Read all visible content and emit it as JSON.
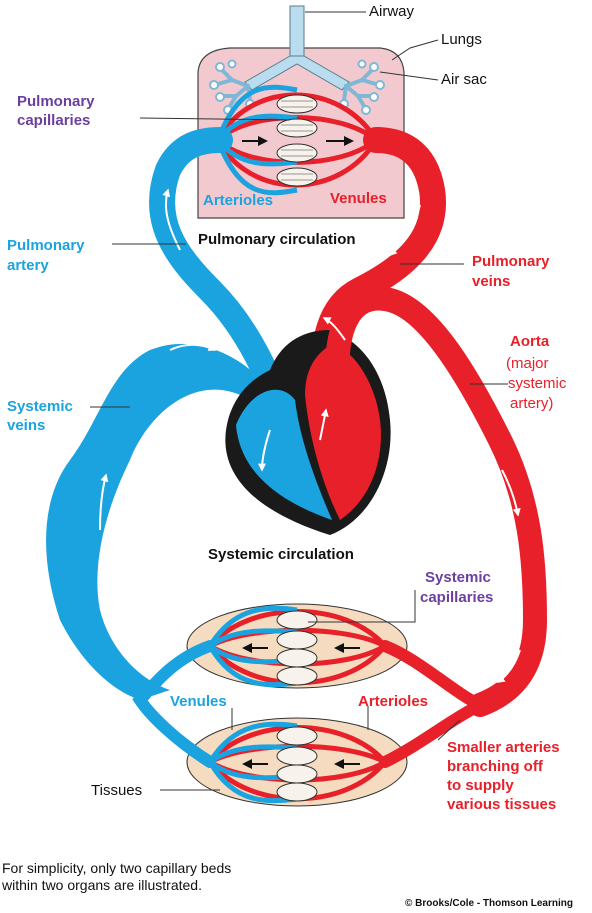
{
  "labels": {
    "airway": "Airway",
    "lungs": "Lungs",
    "air_sac": "Air sac",
    "pulmonary_capillaries_1": "Pulmonary",
    "pulmonary_capillaries_2": "capillaries",
    "arterioles_top": "Arterioles",
    "venules_top": "Venules",
    "pulmonary_circulation": "Pulmonary circulation",
    "pulmonary_artery_1": "Pulmonary",
    "pulmonary_artery_2": "artery",
    "pulmonary_veins_1": "Pulmonary",
    "pulmonary_veins_2": "veins",
    "aorta_1": "Aorta",
    "aorta_2": "(major",
    "aorta_3": "systemic",
    "aorta_4": "artery)",
    "systemic_veins_1": "Systemic",
    "systemic_veins_2": "veins",
    "systemic_circulation": "Systemic circulation",
    "systemic_capillaries_1": "Systemic",
    "systemic_capillaries_2": "capillaries",
    "venules_bottom": "Venules",
    "arterioles_bottom": "Arterioles",
    "smaller_arteries_1": "Smaller arteries",
    "smaller_arteries_2": "branching off",
    "smaller_arteries_3": "to supply",
    "smaller_arteries_4": "various tissues",
    "tissues": "Tissues"
  },
  "caption": {
    "line1": "For simplicity, only two capillary beds",
    "line2": "within two organs are illustrated."
  },
  "copyright": "© Brooks/Cole - Thomson Learning",
  "colors": {
    "oxygen_poor": "#1ba3df",
    "oxygen_rich": "#e8202a",
    "lung_tissue": "#f2c9cf",
    "organ_tissue": "#f5dcc0",
    "airway": "#b9dcef",
    "heart_muscle": "#1a1a1a",
    "label_purple": "#6b3fa0"
  }
}
